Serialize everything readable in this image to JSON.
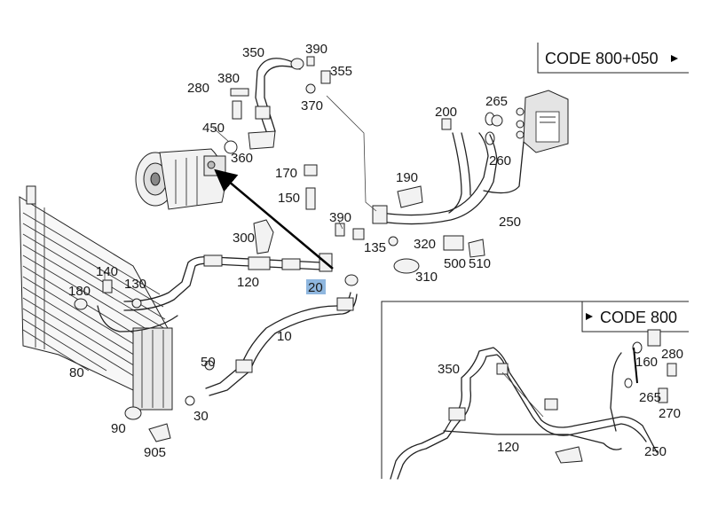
{
  "code_boxes": {
    "top_right": "CODE 800+050",
    "inset": "CODE 800"
  },
  "main_labels": [
    {
      "id": "350",
      "text": "350"
    },
    {
      "id": "390a",
      "text": "390"
    },
    {
      "id": "355",
      "text": "355"
    },
    {
      "id": "380a",
      "text": "380"
    },
    {
      "id": "280a",
      "text": "280"
    },
    {
      "id": "370",
      "text": "370"
    },
    {
      "id": "450",
      "text": "450"
    },
    {
      "id": "360",
      "text": "360"
    },
    {
      "id": "265a",
      "text": "265"
    },
    {
      "id": "200",
      "text": "200"
    },
    {
      "id": "260",
      "text": "260"
    },
    {
      "id": "170",
      "text": "170"
    },
    {
      "id": "190",
      "text": "190"
    },
    {
      "id": "150",
      "text": "150"
    },
    {
      "id": "390b",
      "text": "390"
    },
    {
      "id": "250a",
      "text": "250"
    },
    {
      "id": "300",
      "text": "300"
    },
    {
      "id": "135",
      "text": "135"
    },
    {
      "id": "320",
      "text": "320"
    },
    {
      "id": "500",
      "text": "500"
    },
    {
      "id": "510",
      "text": "510"
    },
    {
      "id": "310",
      "text": "310"
    },
    {
      "id": "140",
      "text": "140"
    },
    {
      "id": "180",
      "text": "180"
    },
    {
      "id": "130",
      "text": "130"
    },
    {
      "id": "120a",
      "text": "120"
    },
    {
      "id": "20",
      "text": "20"
    },
    {
      "id": "10",
      "text": "10"
    },
    {
      "id": "80",
      "text": "80"
    },
    {
      "id": "50",
      "text": "50"
    },
    {
      "id": "30",
      "text": "30"
    },
    {
      "id": "90",
      "text": "90"
    },
    {
      "id": "905",
      "text": "905"
    }
  ],
  "inset_labels": [
    {
      "id": "350b",
      "text": "350"
    },
    {
      "id": "280b",
      "text": "280"
    },
    {
      "id": "160",
      "text": "160"
    },
    {
      "id": "265b",
      "text": "265"
    },
    {
      "id": "270",
      "text": "270"
    },
    {
      "id": "120b",
      "text": "120"
    },
    {
      "id": "250b",
      "text": "250"
    }
  ],
  "highlight": {
    "label": "20",
    "color": "#8fb7df"
  }
}
